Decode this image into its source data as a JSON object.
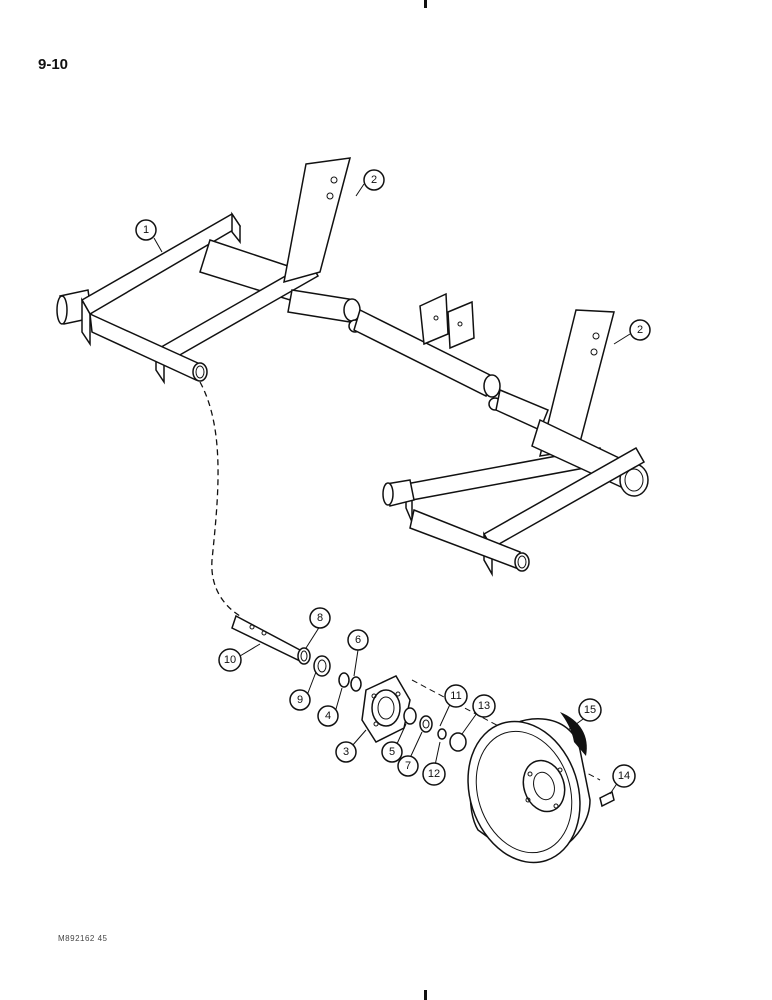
{
  "page": {
    "number": "9-10",
    "reference_code": "M892162 45"
  },
  "callouts": [
    {
      "id": "c1",
      "label": "1"
    },
    {
      "id": "c2a",
      "label": "2"
    },
    {
      "id": "c2b",
      "label": "2"
    },
    {
      "id": "c3",
      "label": "3"
    },
    {
      "id": "c4",
      "label": "4"
    },
    {
      "id": "c5",
      "label": "5"
    },
    {
      "id": "c6",
      "label": "6"
    },
    {
      "id": "c7",
      "label": "7"
    },
    {
      "id": "c8",
      "label": "8"
    },
    {
      "id": "c9",
      "label": "9"
    },
    {
      "id": "c10",
      "label": "10"
    },
    {
      "id": "c11",
      "label": "11"
    },
    {
      "id": "c12",
      "label": "12"
    },
    {
      "id": "c13",
      "label": "13"
    },
    {
      "id": "c14",
      "label": "14"
    },
    {
      "id": "c15",
      "label": "15"
    }
  ]
}
